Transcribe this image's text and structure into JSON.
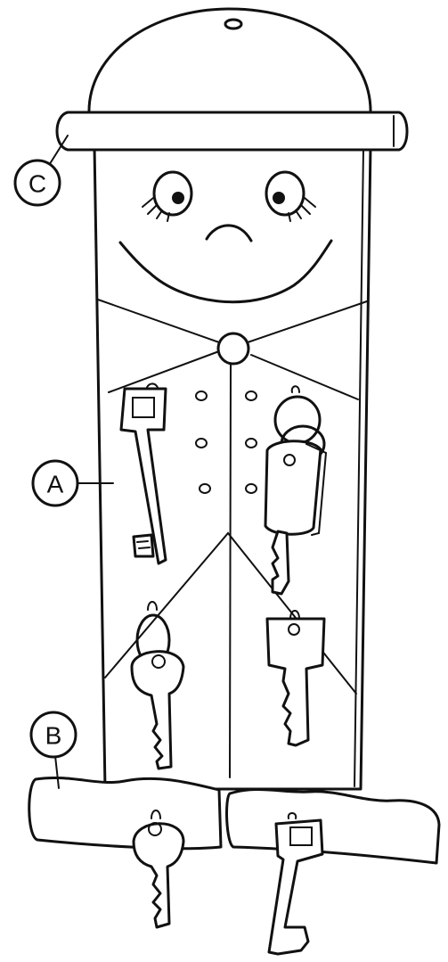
{
  "labels": {
    "a": "A",
    "b": "B",
    "c": "C"
  },
  "colors": {
    "line": "#111111",
    "paper": "#ffffff"
  },
  "parts": [
    "hat-top",
    "hat-brim",
    "face-panel",
    "bottom-shelf-left",
    "bottom-shelf-right",
    "hook-keys"
  ]
}
